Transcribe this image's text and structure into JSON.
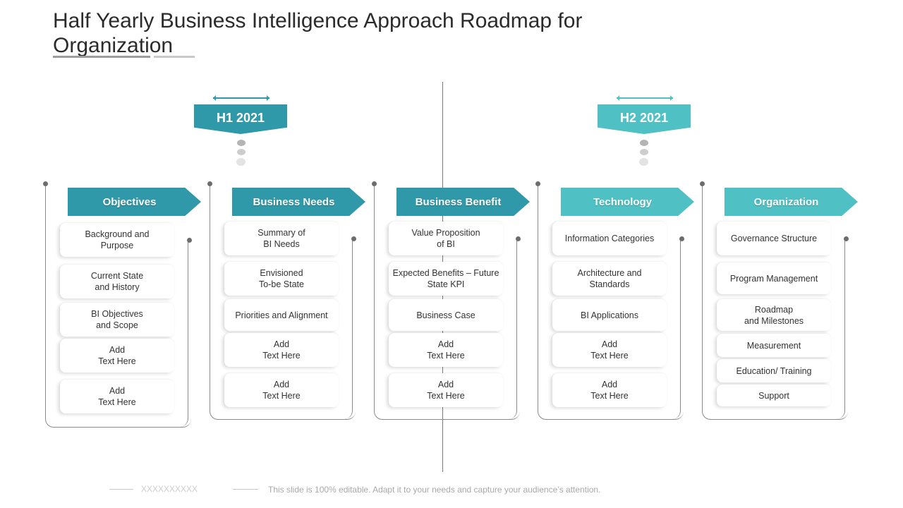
{
  "title": "Half Yearly Business Intelligence Approach Roadmap for Organization",
  "periods": [
    {
      "label": "H1 2021",
      "color": "#2f98a9"
    },
    {
      "label": "H2 2021",
      "color": "#4fc1c5"
    }
  ],
  "columns": [
    {
      "title": "Objectives",
      "color": "#2f98a9",
      "items": [
        "Background and\nPurpose",
        "Current State\nand History",
        "BI Objectives\nand Scope",
        "Add\nText Here",
        "Add\nText Here"
      ]
    },
    {
      "title": "Business Needs",
      "color": "#2f98a9",
      "items": [
        "Summary of\nBI Needs",
        "Envisioned\nTo-be State",
        "Priorities and Alignment",
        "Add\nText Here",
        "Add\nText Here"
      ]
    },
    {
      "title": "Business Benefit",
      "color": "#2f98a9",
      "items": [
        "Value Proposition\nof BI",
        "Expected Benefits – Future\nState KPI",
        "Business Case",
        "Add\nText Here",
        "Add\nText Here"
      ]
    },
    {
      "title": "Technology",
      "color": "#4fc1c5",
      "items": [
        "Information Categories",
        "Architecture and\nStandards",
        "BI Applications",
        "Add\nText Here",
        "Add\nText Here"
      ]
    },
    {
      "title": "Organization",
      "color": "#4fc1c5",
      "items": [
        "Governance Structure",
        "Program Management",
        "Roadmap\nand Milestones",
        "Measurement",
        "Education/ Training",
        "Support"
      ]
    }
  ],
  "footer": {
    "marks": "XXXXXXXXXX",
    "text": "This slide is 100% editable. Adapt it to your needs and capture your audience’s attention."
  }
}
